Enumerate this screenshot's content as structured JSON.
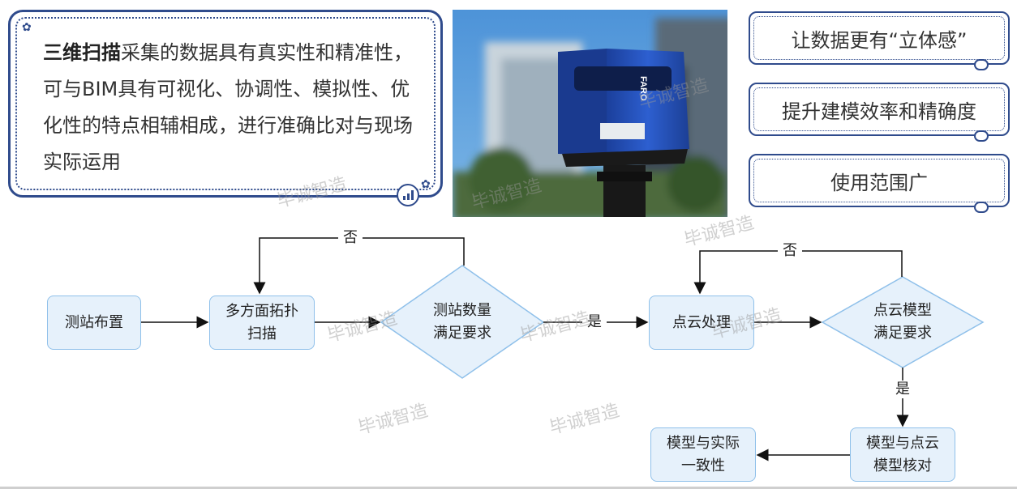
{
  "intro": {
    "highlight": "三维扫描",
    "text": "采集的数据具有真实性和精准性，可与BIM具有可视化、协调性、模拟性、优化性的特点相辅相成，进行准确比对与现场实际运用"
  },
  "photo": {
    "brand": "FARO"
  },
  "features": [
    {
      "label": "让数据更有“立体感”"
    },
    {
      "label": "提升建模效率和精确度"
    },
    {
      "label": "使用范围广"
    }
  ],
  "flow": {
    "nodes": {
      "station_layout": "测站布置",
      "multi_scan": "多方面拓扑\n扫描",
      "station_check": "测站数量\n满足要求",
      "cloud_process": "点云处理",
      "model_check": "点云模型\n满足要求",
      "model_verify": "模型与点云\n模型核对",
      "model_consistent": "模型与实际\n一致性"
    },
    "edges": {
      "no_1": "否",
      "yes_1": "是",
      "no_2": "否",
      "yes_2": "是"
    }
  },
  "watermark": "毕诚智造",
  "colors": {
    "card_border": "#2f4b8c",
    "node_fill": "#e6f1fb",
    "node_border": "#8fc0ea"
  }
}
